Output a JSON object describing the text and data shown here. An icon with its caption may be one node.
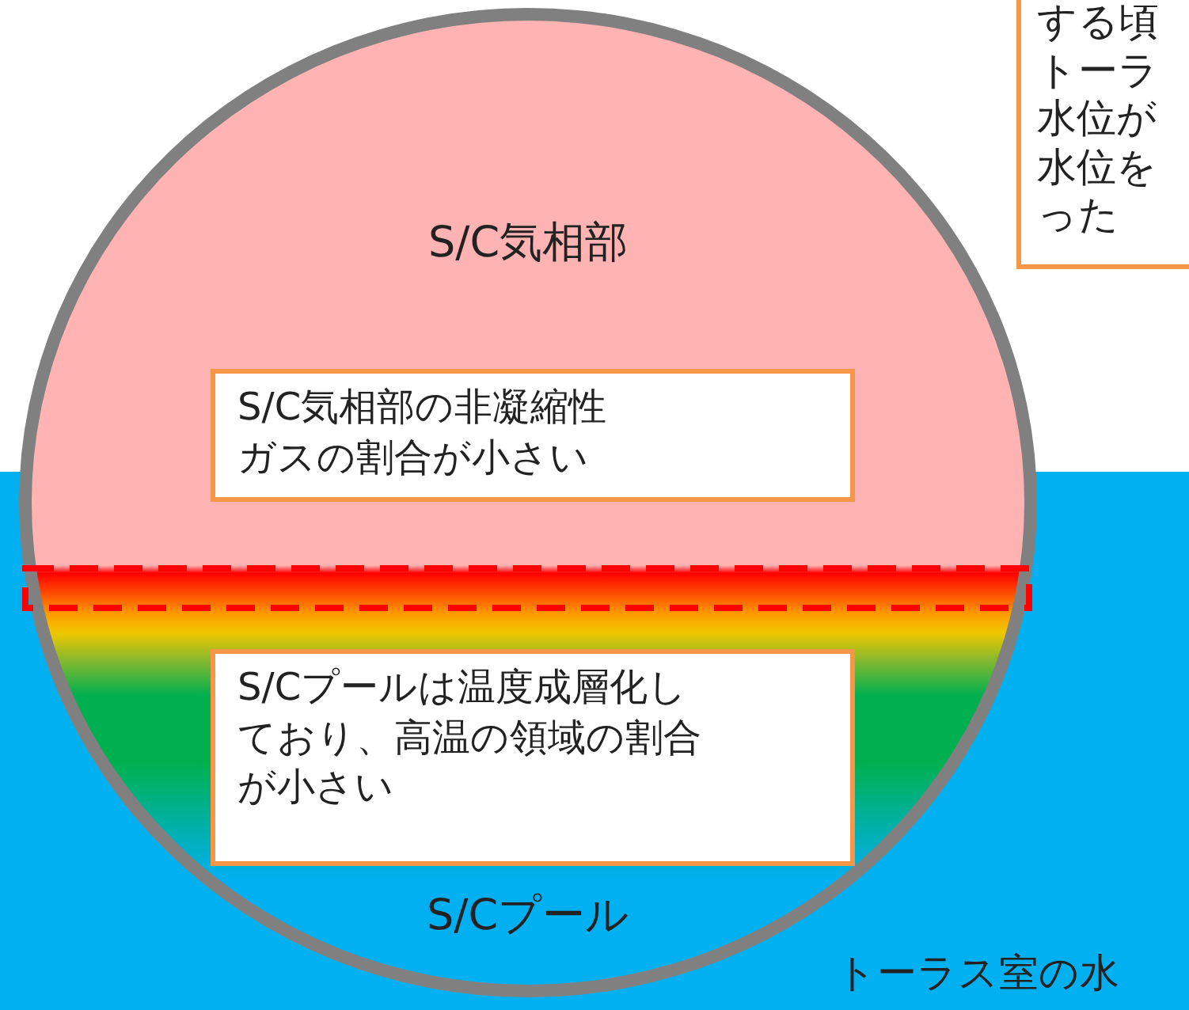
{
  "diagram": {
    "nodes": [
      {
        "text": [
          "S/C気相部",
          "S/Cプール"
        ]
      },
      {
        "text": [
          "S/C気相部の非凝縮性ガスの割合が小さい"
        ],
        "in": 0
      },
      {
        "text": [
          "S/Cプールは温度成層化しており、高温の領域の割合が小さい"
        ],
        "in": 0
      },
      {
        "text": [
          "する頃トーラ水位が水位をった"
        ]
      },
      {
        "text": [],
        "shape": "box",
        "in": 0
      }
    ],
    "labels": [
      "トーラス室の水"
    ]
  }
}
